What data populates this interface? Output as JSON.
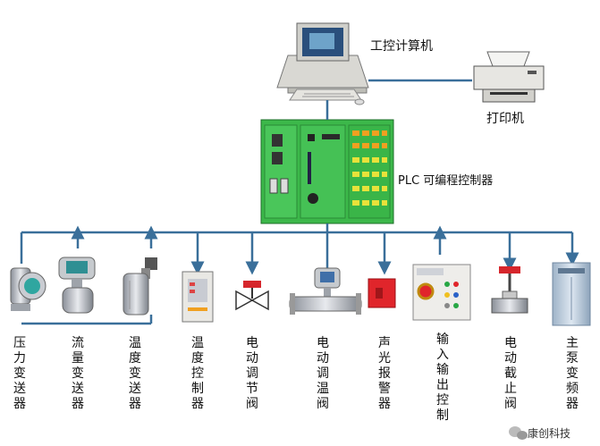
{
  "title_computer": "工控计算机",
  "title_printer": "打印机",
  "title_plc": "PLC 可编程控制器",
  "devices": [
    {
      "label": "压力变送器"
    },
    {
      "label": "流量变送器"
    },
    {
      "label": "温度变送器"
    },
    {
      "label": "温度控制器"
    },
    {
      "label": "电动调节阀"
    },
    {
      "label": "电动调温阀"
    },
    {
      "label": "声光报警器"
    },
    {
      "label": "输入输出控制"
    },
    {
      "label": "电动截止阀"
    },
    {
      "label": "主泵变频器"
    }
  ],
  "watermark": "康创科技",
  "colors": {
    "line": "#3a6f9a",
    "plc_green": "#3cb84a",
    "alarm_red": "#e0252b"
  }
}
